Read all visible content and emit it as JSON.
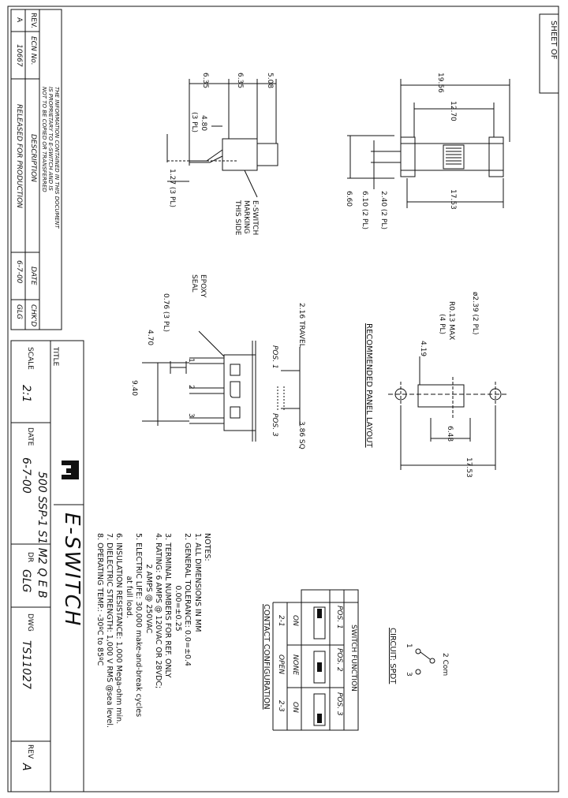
{
  "header": {
    "sheet_of": "SHEET OF"
  },
  "revision_block": {
    "col_rev": "REV.",
    "col_ecn": "ECN No.",
    "col_desc": "DESCRIPTION",
    "col_date": "DATE",
    "col_chkd": "CHK'D",
    "row_rev": "A",
    "row_ecn": "10667",
    "row_desc": "RELEASED FOR PRODUCTION",
    "row_date": "6-7-00",
    "row_chkd": "GLG",
    "proprietary": [
      "THE INFORMATION CONTAINED IN THIS DOCUMENT",
      "IS PROPRIETARY TO E-SWITCH AND IS",
      "NOT TO BE COPIED OR TRANSFERRED"
    ]
  },
  "title_block": {
    "title_label": "TITLE",
    "title": "500 SSP-1 S1 M2 Q E B",
    "scale_label": "SCALE",
    "scale": "2:1",
    "date_label": "DATE",
    "date": "6-7-00",
    "dr_label": "DR",
    "dr": "GLG",
    "dwg_label": "DWG",
    "dwg": "TS11027",
    "rev_label": "REV",
    "rev": "A",
    "logo": "E-SWITCH"
  },
  "top_view": {
    "dims": [
      "19.56",
      "12.70",
      "17.53",
      "2.40 (2 PL)",
      "6.10 (2 PL)",
      "6.60"
    ]
  },
  "side_view": {
    "dims": [
      "5.08",
      "6.35",
      "6.35",
      "4.80",
      "(3 PL)",
      "1.27 (3 PL)"
    ],
    "marking": [
      "E-SWITCH",
      "MARKING",
      "THIS SIDE"
    ]
  },
  "front_view": {
    "epoxy": [
      "EPOXY",
      "SEAL"
    ],
    "dims": [
      "2.16 TRAVEL",
      "0.76 (3 PL)",
      "4.70",
      "9.40",
      "3.86 SQ"
    ],
    "pos1": "POS. 1",
    "pos3": "POS. 3",
    "terminals": [
      "1",
      "2",
      "3"
    ]
  },
  "panel_layout": {
    "title": "RECOMMENDED PANEL LAYOUT",
    "dims": [
      "ø2.39 (2 PL)",
      "R0.13 MAX",
      "(4 PL)",
      "4.19",
      "6.48",
      "17.53"
    ]
  },
  "circuit": {
    "title": "CIRCUIT: SPDT",
    "com": "2 Com",
    "t1": "1",
    "t3": "3"
  },
  "switch_table": {
    "title": "SWITCH FUNCTION",
    "headers": [
      "POS. 1",
      "POS. 2",
      "POS. 3"
    ],
    "row_mode": [
      "ON",
      "NONE",
      "ON"
    ],
    "row_open": [
      "2-1",
      "OPEN",
      "2-3"
    ],
    "caption": "CONTACT CONFIGURATION"
  },
  "notes": {
    "title": "NOTES:",
    "lines": [
      "1. ALL DIMENSIONS IN MM",
      "2. GENERAL TOLERANCE: 0.0=±0.4",
      "                      0.00=±0.25",
      "3. TERMINAL NUMBERS FOR REF. ONLY",
      "4. RATING: 6 AMPS @ 120VAC OR 28VDC;",
      "             2 AMPS @ 250VAC",
      "5. ELECTRIC LIFE: 30,000 make-and-break cycles",
      "                  at full load.",
      "6. INSULATION RESISTANCE: 1,000 Mega-ohm min.",
      "7. DIELECTRIC STRENGTH: 1,000 V RMS @sea level.",
      "8. OPERATING TEMP.: -30ºC to 85ºC"
    ]
  }
}
